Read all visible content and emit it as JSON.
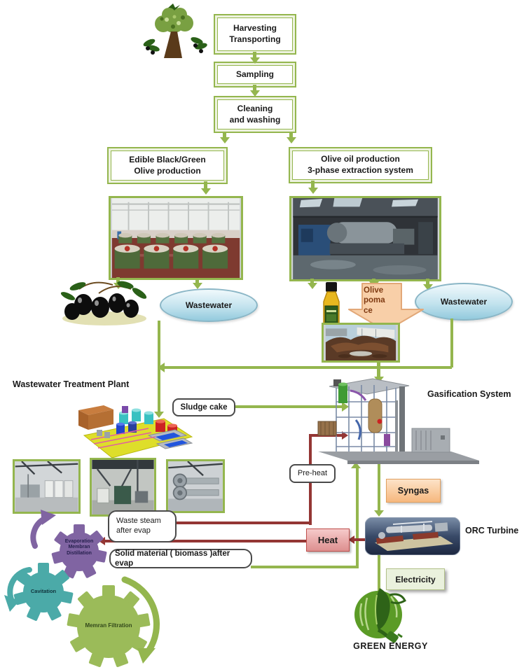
{
  "boxes": {
    "harvesting": "Harvesting\nTransporting",
    "sampling": "Sampling",
    "cleaning": "Cleaning\nand washing",
    "edible": "Edible Black/Green\nOlive production",
    "olive_oil": "Olive oil production\n3-phase extraction system"
  },
  "callouts": {
    "wastewater_left": "Wastewater",
    "wastewater_right": "Wastewater",
    "olive_pomace": "Olive\npoma\nce",
    "sludge_cake": "Sludge cake",
    "preheat": "Pre-heat",
    "syngas": "Syngas",
    "heat": "Heat",
    "waste_steam": "Waste steam\nafter evap",
    "solid_material": "Solid material ( biomass )after evap",
    "electricity": "Electricity"
  },
  "section_labels": {
    "wwtp": "Wastewater Treatment Plant",
    "gasification": "Gasification System",
    "orc_turbine": "ORC Turbine",
    "green_energy": "GREEN ENERGY"
  },
  "gears": {
    "evaporation": "Evaporation\nMembran\nDistillation",
    "cavitation": "Cavitation",
    "membrane_filtration": "Memran Filtration"
  },
  "colors": {
    "line_green": "#94b64e",
    "line_dark_red": "#943634",
    "gear_purple": "#8064a2",
    "gear_teal": "#4baaa8",
    "gear_green": "#9bbb59",
    "syngas_fill": "#f8c290",
    "heat_fill": "#e89a9a",
    "electricity_fill": "#eaf1dd",
    "wastewater_fill": "#bfe2ec"
  }
}
